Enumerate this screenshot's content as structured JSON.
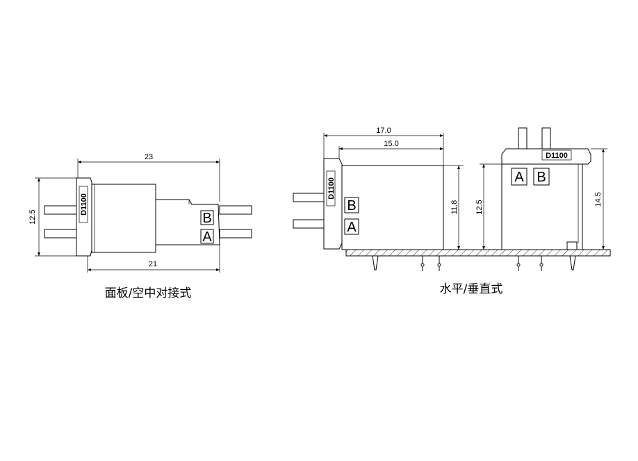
{
  "panel_view": {
    "dim_total": "23",
    "dim_body": "21",
    "dim_height": "12.5",
    "model": "D1100",
    "mark_b": "B",
    "mark_a": "A",
    "caption": "面板/空中对接式"
  },
  "horizontal_view": {
    "dim_total": "17.0",
    "dim_body": "15.0",
    "dim_height": "11.8",
    "model": "D1100",
    "mark_b": "B",
    "mark_a": "A"
  },
  "vertical_view": {
    "dim_height_inner": "12.5",
    "dim_height_total": "14.5",
    "model": "D1100",
    "mark_a": "A",
    "mark_b": "B"
  },
  "caption_right": "水平/垂直式"
}
